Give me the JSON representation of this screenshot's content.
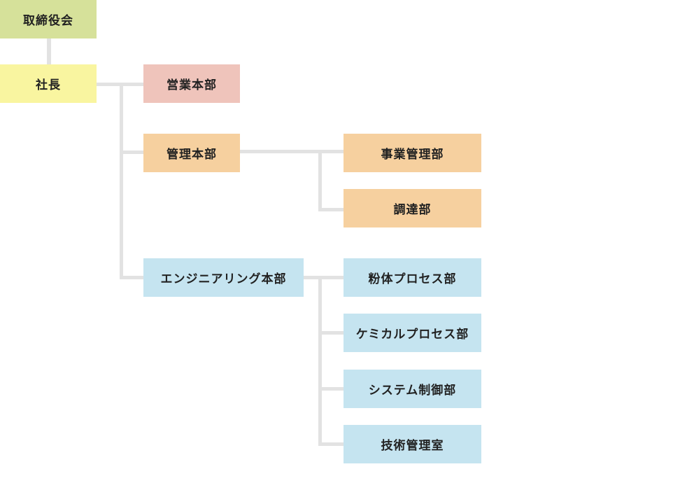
{
  "colors": {
    "board": "#d6e19a",
    "president": "#f9f5a0",
    "sales": "#efc4bb",
    "admin": "#f6d09f",
    "engineering": "#c5e4f0",
    "connector": "#e2e2e2"
  },
  "org": {
    "board": "取締役会",
    "president": "社長",
    "sales_hq": "営業本部",
    "admin_hq": "管理本部",
    "admin_children": [
      "事業管理部",
      "調達部"
    ],
    "engineering_hq": "エンジニアリング本部",
    "engineering_children": [
      "粉体プロセス部",
      "ケミカルプロセス部",
      "システム制御部",
      "技術管理室"
    ]
  }
}
